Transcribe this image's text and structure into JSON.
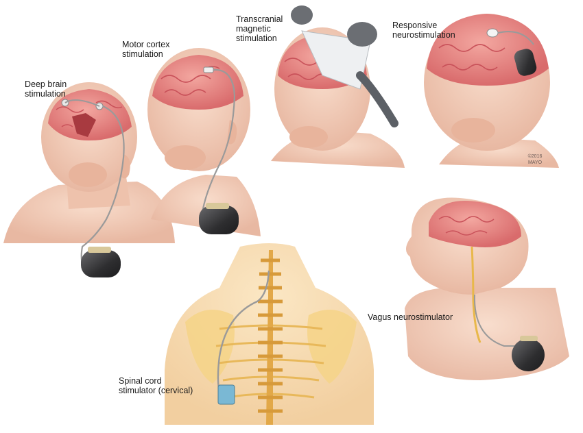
{
  "labels": {
    "dbs": [
      "Deep brain",
      "stimulation"
    ],
    "motor": [
      "Motor cortex",
      "stimulation"
    ],
    "tms": [
      "Transcranial",
      "magnetic",
      "stimulation"
    ],
    "rns": [
      "Responsive",
      "neurostimulation"
    ],
    "vagus": [
      "Vagus neurostimulator"
    ],
    "spinal": [
      "Spinal cord",
      "stimulator (cervical)"
    ]
  },
  "copyright": [
    "©2016",
    "MAYO"
  ],
  "colors": {
    "skin": "#f4d3c0",
    "skin_shadow": "#e4ae97",
    "brain": "#e88a86",
    "brain_fold": "#c9525a",
    "bone": "#f5d77a",
    "device": "#3a3a3c",
    "wire": "#9a9a9a",
    "nerve": "#e8b84a",
    "spinal_device": "#7ab8d4"
  }
}
